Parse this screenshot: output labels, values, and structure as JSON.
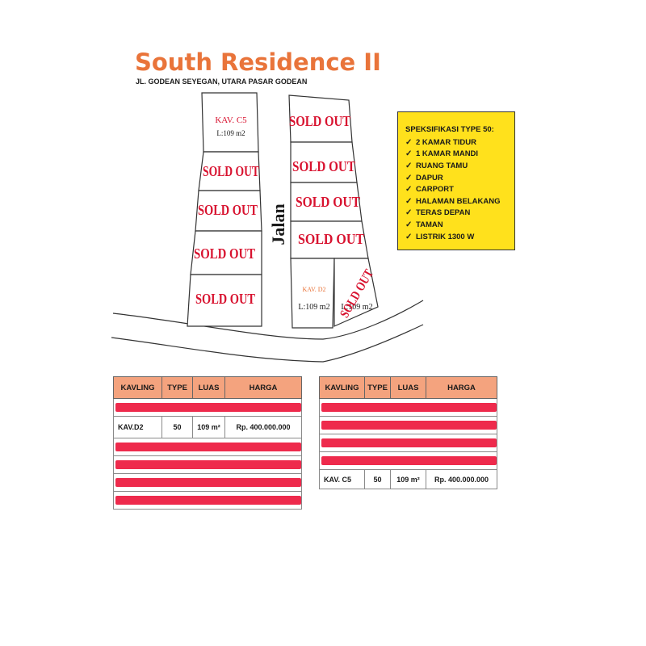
{
  "header": {
    "title": "South Residence II",
    "subtitle": "JL. GODEAN SEYEGAN, UTARA PASAR GODEAN"
  },
  "siteplan": {
    "road_label": "Jalan",
    "sold_label": "SOLD OUT",
    "lots": [
      {
        "name": "KAV. C5",
        "area": "L:109 m2",
        "status": "available"
      },
      {
        "name": "KAV. D2",
        "area": "L:109 m2",
        "status": "available"
      },
      {
        "area": "L:109 m2",
        "status": "sold"
      }
    ]
  },
  "spec": {
    "title": "SPEKSIFIKASI TYPE 50:",
    "items": [
      "2 KAMAR TIDUR",
      "1 KAMAR MANDI",
      "RUANG TAMU",
      "DAPUR",
      "CARPORT",
      "HALAMAN BELAKANG",
      "TERAS DEPAN",
      "TAMAN",
      "LISTRIK 1300 W"
    ]
  },
  "table_left": {
    "headers": [
      "KAVLING",
      "TYPE",
      "LUAS",
      "HARGA"
    ],
    "row": {
      "kavling": "KAV.D2",
      "type": "50",
      "luas": "109 m²",
      "harga": "Rp. 400.000.000"
    }
  },
  "table_right": {
    "headers": [
      "KAVLING",
      "TYPE",
      "LUAS",
      "HARGA"
    ],
    "row": {
      "kavling": "KAV. C5",
      "type": "50",
      "luas": "109 m²",
      "harga": "Rp. 400.000.000"
    }
  },
  "colors": {
    "title": "#e9743a",
    "sold": "#d8122f",
    "spec_bg": "#ffe11c",
    "table_header": "#f4a37e",
    "redaction": "#ee2a4c"
  }
}
